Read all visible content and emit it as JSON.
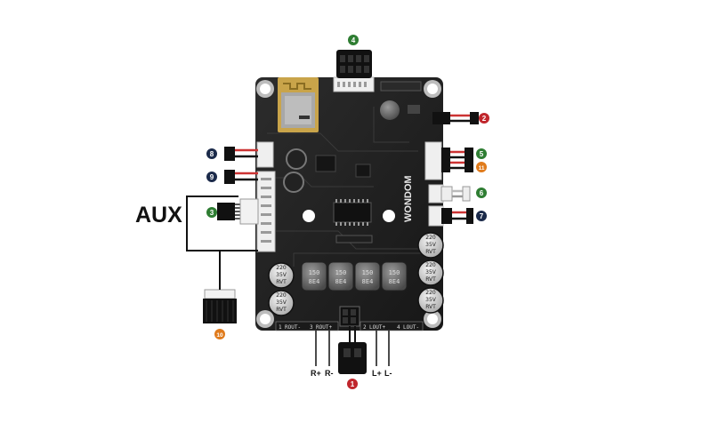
{
  "labels": {
    "aux": "AUX",
    "r_plus": "R+",
    "r_minus": "R-",
    "l_plus": "L+",
    "l_minus": "L-"
  },
  "board": {
    "brand": "WONDOM",
    "silk_rout_minus": "ROUT-",
    "silk_rout_plus": "ROUT+",
    "silk_lout_plus": "LOUT+",
    "silk_lout_minus": "LOUT-",
    "silk_pin1": "1",
    "silk_pin2": "2",
    "silk_pin3": "3",
    "silk_pin4": "4",
    "cap_value": "220",
    "cap_voltage": "35V",
    "cap_series": "RVT",
    "inductor_value": "150",
    "inductor_code": "8E4"
  },
  "markers": [
    {
      "id": "1",
      "color": "#c0262c"
    },
    {
      "id": "2",
      "color": "#c0262c"
    },
    {
      "id": "3",
      "color": "#2e7d32"
    },
    {
      "id": "4",
      "color": "#2e7d32"
    },
    {
      "id": "5",
      "color": "#2e7d32"
    },
    {
      "id": "6",
      "color": "#2e7d32"
    },
    {
      "id": "7",
      "color": "#1b2a4a"
    },
    {
      "id": "8",
      "color": "#1b2a4a"
    },
    {
      "id": "9",
      "color": "#1b2a4a"
    },
    {
      "id": "10",
      "color": "#e07b1c"
    },
    {
      "id": "11",
      "color": "#e07b1c"
    }
  ]
}
